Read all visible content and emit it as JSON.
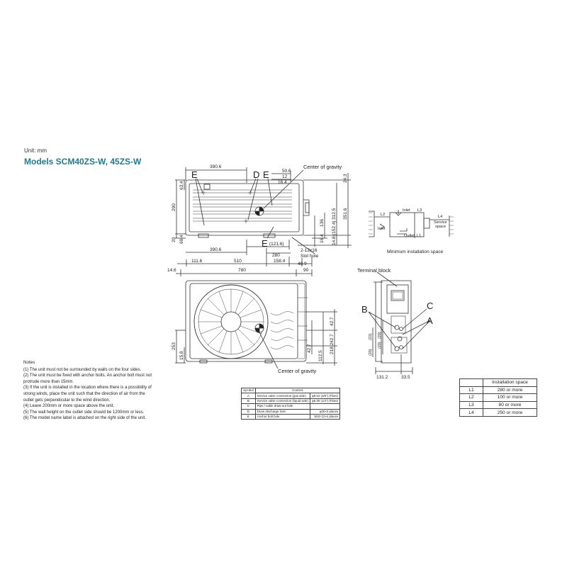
{
  "unit_label": "Unit: mm",
  "models_title": "Models SCM40ZS-W, 45ZS-W",
  "front": {
    "letter_e_left": "E",
    "letter_d": "D",
    "letter_e_mid": "E",
    "letter_e_bottom": "E",
    "center_of_gravity": "Center of gravity",
    "d390_top": "390.6",
    "d50_6": "50.6",
    "d12": "12",
    "d16_4_top": "16.4",
    "d24_3": "24.3",
    "d312_5": "312.5",
    "d351_6": "351.6",
    "d63_4": "63.4",
    "d290": "290",
    "d20": "20",
    "d69_4": "69.4",
    "d136": "136",
    "d152_4": "(152.4)",
    "d16_4_bot": "16.4",
    "d14_8": "14.8",
    "d390_bot": "390.6",
    "d121_6": "(121.6)",
    "d280": "280",
    "slot": "2-12x16",
    "slot_hole": "Slot hole",
    "d111_6": "111.6",
    "d510": "510",
    "d158_4": "158.4",
    "d48_9": "48.9",
    "d14_6": "14.6",
    "d780": "780",
    "d90": "90"
  },
  "top": {
    "center_of_gravity": "Center of gravity",
    "d253": "253",
    "d15_8": "15.8",
    "d42_7a": "42.7",
    "d42_7b": "42.7",
    "d218_2": "218.2",
    "d112_5": "112.5",
    "d42_7c": "42.7"
  },
  "side": {
    "terminal_block": "Terminal block",
    "b": "B",
    "c": "C",
    "a": "A",
    "d131_2": "131.2",
    "d33_5": "33.5",
    "s20a": "(20)",
    "s20b": "(20)",
    "s20c": "(20)",
    "s22": "(22)"
  },
  "space_diagram": {
    "l2": "L2",
    "l3": "L3",
    "l4": "L4",
    "l1": "L1",
    "inlet1": "Inlet",
    "inlet2": "Inlet",
    "outlet": "Outlet",
    "service": "Service",
    "space": "space",
    "caption": "Minimum installation space"
  },
  "symbol_table": {
    "header": [
      "Symbol",
      "Content",
      ""
    ],
    "rows": [
      [
        "A",
        "Service valve connection (gas side)",
        "φ9.52 (3/8\") (Flare)"
      ],
      [
        "B",
        "Service valve connection (liquid side)",
        "φ6.35 (1/4\") (Flare)"
      ],
      [
        "C",
        "Pipe / cable draw-out hole",
        ""
      ],
      [
        "D",
        "Drain discharge hole",
        "φ20×2 places"
      ],
      [
        "E",
        "Anchor bolt hole",
        "M10-12×4 places"
      ]
    ]
  },
  "space_table": {
    "header": "Installation space",
    "rows": [
      [
        "L1",
        "280 or more"
      ],
      [
        "L2",
        "100 or more"
      ],
      [
        "L3",
        "80 or more"
      ],
      [
        "L4",
        "250 or more"
      ]
    ]
  },
  "notes": {
    "title": "Notes",
    "items": [
      "(1)  The unit must not be surrounded by walls on the four sides.",
      "(2)  The unit must be fixed with anchor bolts. An anchor bolt must not",
      "       protrude more than 15mm.",
      "(3)  If the unit is installed in the location where there is a possibility of",
      "       strong winds, place the unit such that the direction of air from the",
      "       outlet gets perpendicular to the wind direction.",
      "(4)  Leave 200mm or more space above the unit.",
      "(5)  The wall height on the outlet side should be 1200mm or less.",
      "(6)  The model name label is attached on the right side of the unit."
    ]
  }
}
